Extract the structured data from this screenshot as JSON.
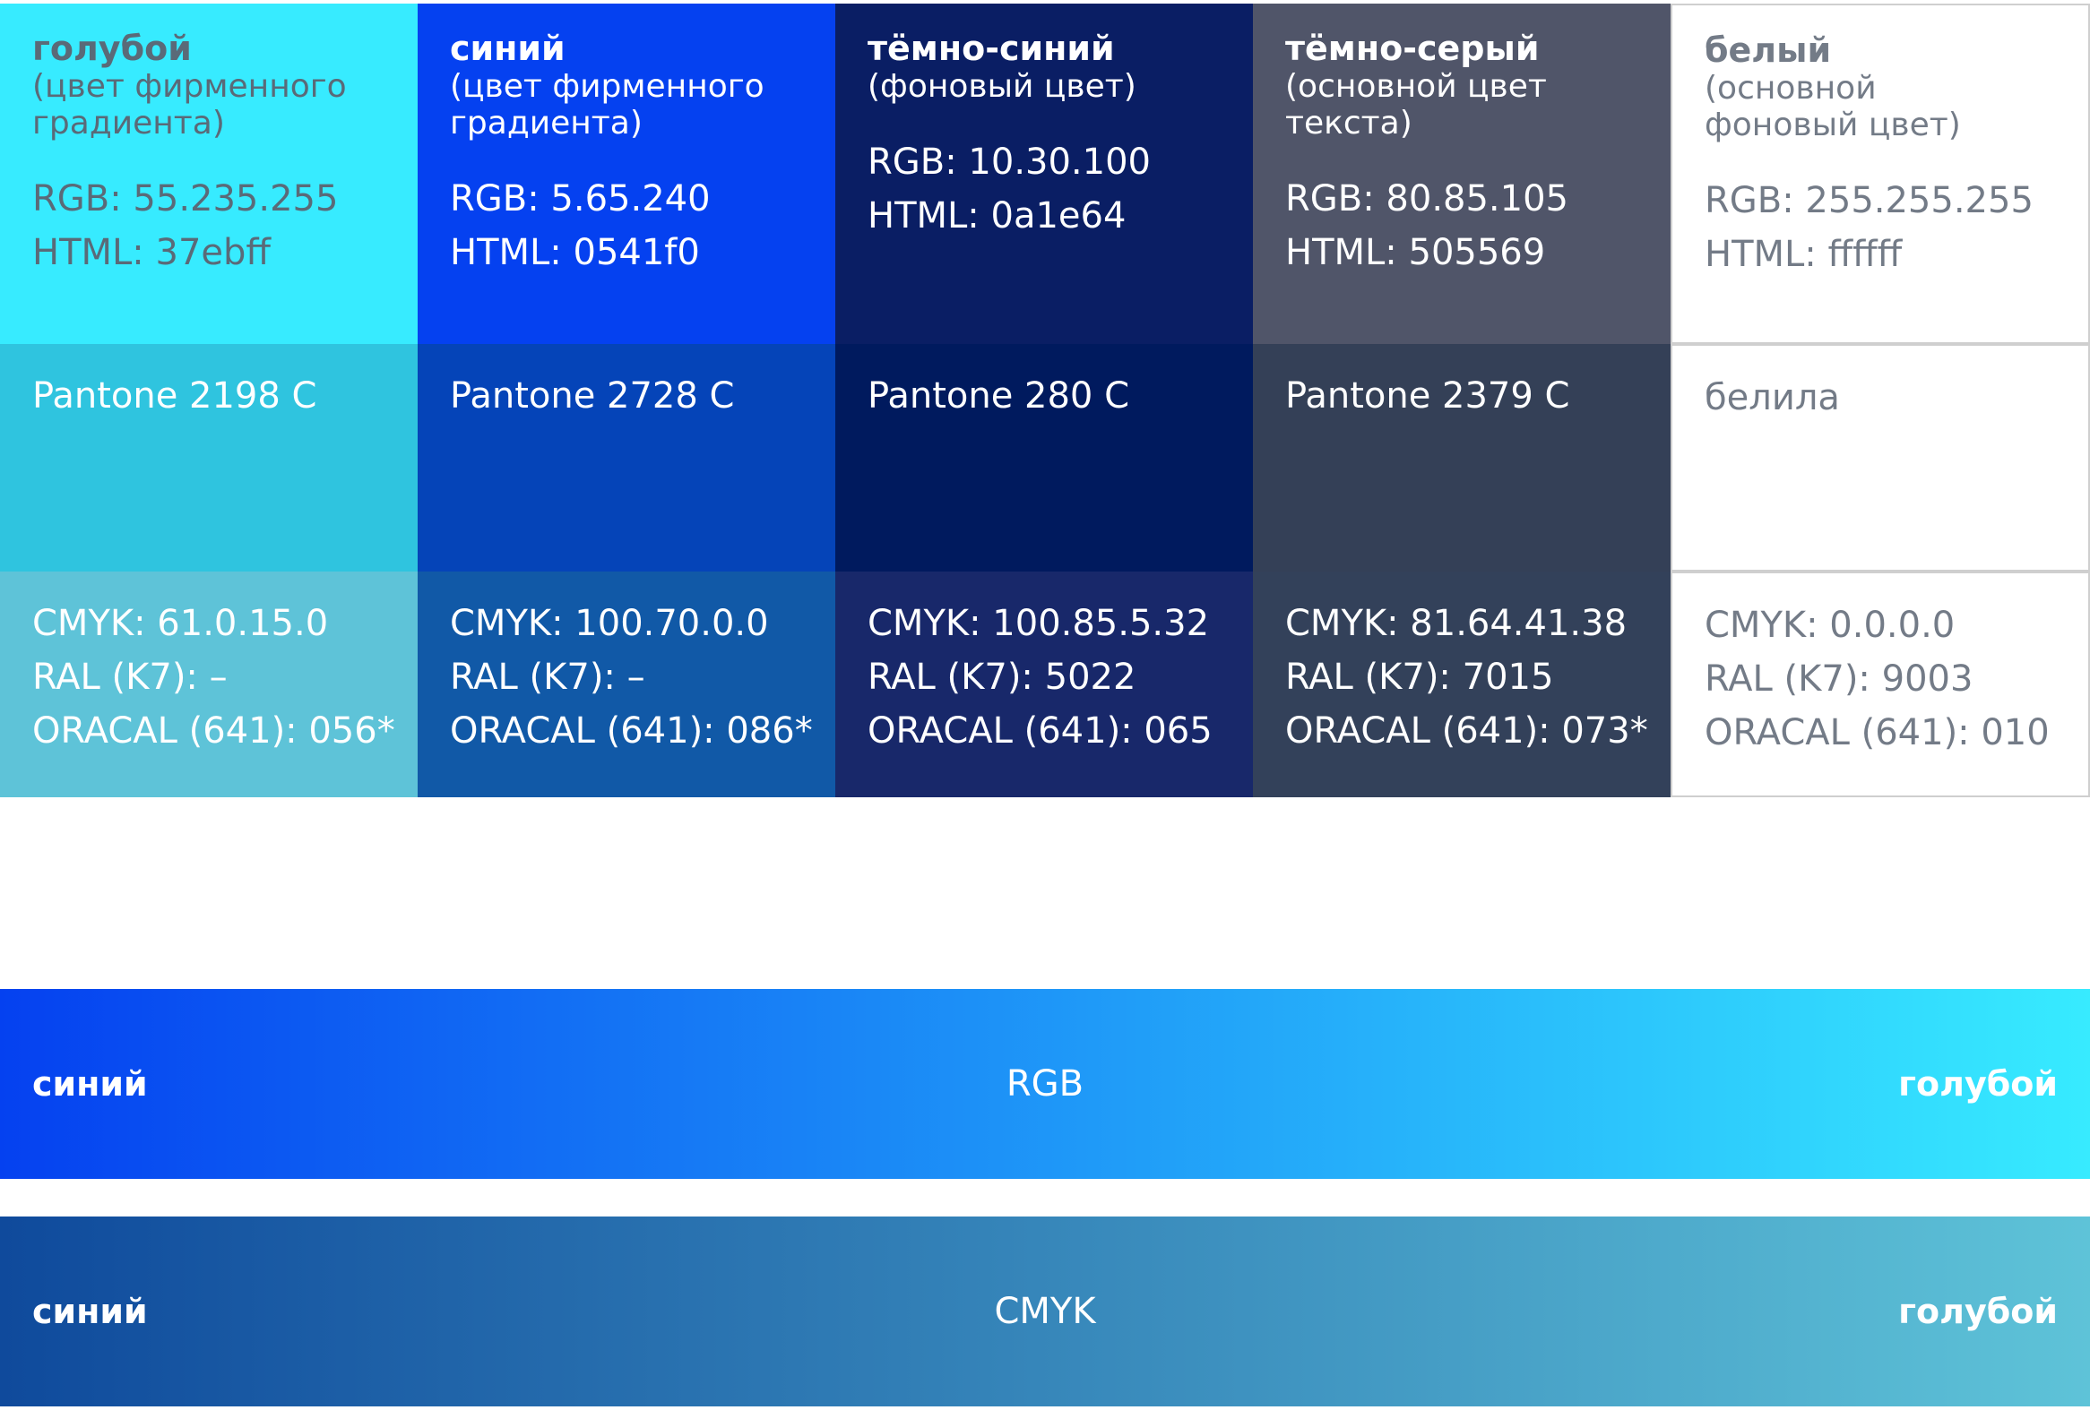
{
  "colors": [
    {
      "name": "голубой",
      "desc1": "(цвет фирменного",
      "desc2": "градиента)",
      "rgb": "RGB: 55.235.255",
      "html": "HTML: 37ebff",
      "pantone": "Pantone 2198 C",
      "cmyk": "CMYK: 61.0.15.0",
      "ral": "RAL (K7): –",
      "oracal": "ORACAL (641): 056*",
      "top_bg": "#37ebff",
      "mid_bg": "#2fc4df",
      "bot_bg": "#5ec3d8",
      "text_top": "#5a6a78",
      "text": "#ffffff"
    },
    {
      "name": "синий",
      "desc1": "(цвет фирменного",
      "desc2": "градиента)",
      "rgb": "RGB: 5.65.240",
      "html": "HTML: 0541f0",
      "pantone": "Pantone 2728 C",
      "cmyk": "CMYK: 100.70.0.0",
      "ral": "RAL (K7): –",
      "oracal": "ORACAL (641): 086*",
      "top_bg": "#0541f0",
      "mid_bg": "#0544b8",
      "bot_bg": "#1159a7",
      "text_top": "#ffffff",
      "text": "#ffffff"
    },
    {
      "name": "тёмно-синий",
      "desc1": "(фоновый цвет)",
      "desc2": "",
      "rgb": "RGB: 10.30.100",
      "html": "HTML: 0a1e64",
      "pantone": "Pantone 280 C",
      "cmyk": "CMYK: 100.85.5.32",
      "ral": "RAL (K7): 5022",
      "oracal": "ORACAL (641): 065",
      "top_bg": "#0a1e64",
      "mid_bg": "#001a5e",
      "bot_bg": "#18286a",
      "text_top": "#ffffff",
      "text": "#ffffff"
    },
    {
      "name": "тёмно-серый",
      "desc1": "(основной цвет текста)",
      "desc2": "",
      "rgb": "RGB: 80.85.105",
      "html": "HTML: 505569",
      "pantone": "Pantone 2379 C",
      "cmyk": "CMYK: 81.64.41.38",
      "ral": "RAL (K7): 7015",
      "oracal": "ORACAL (641): 073*",
      "top_bg": "#505569",
      "mid_bg": "#344057",
      "bot_bg": "#33415a",
      "text_top": "#ffffff",
      "text": "#ffffff"
    },
    {
      "name": "белый",
      "desc1": "(основной",
      "desc2": "фоновый цвет)",
      "rgb": "RGB: 255.255.255",
      "html": "HTML: ffffff",
      "pantone": "белила",
      "cmyk": "CMYK: 0.0.0.0",
      "ral": "RAL (K7): 9003",
      "oracal": "ORACAL (641): 010",
      "top_bg": "#ffffff",
      "mid_bg": "#ffffff",
      "bot_bg": "#ffffff",
      "text_top": "#737b87",
      "text": "#737b87"
    }
  ],
  "gradients": [
    {
      "left": "синий",
      "center": "RGB",
      "right": "голубой",
      "from": "#0541f0",
      "to": "#37ebff"
    },
    {
      "left": "синий",
      "center": "CMYK",
      "right": "голубой",
      "from": "#0f4a9c",
      "to": "#5ec3d8"
    }
  ]
}
